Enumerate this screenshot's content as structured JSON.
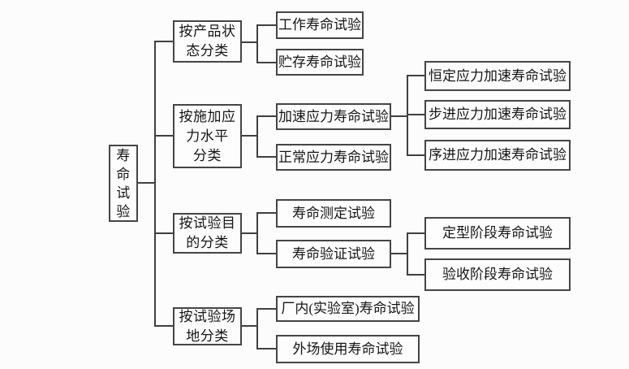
{
  "diagram": {
    "title_semantic": "life-test-classification-tree",
    "root": "寿\n命\n试\n验",
    "branches": [
      {
        "category": "按产品状\n态分类",
        "children": [
          {
            "label": "工作寿命试验"
          },
          {
            "label": "贮存寿命试验"
          }
        ]
      },
      {
        "category": "按施加应\n力水平\n分类",
        "children": [
          {
            "label": "加速应力寿命试验",
            "children": [
              {
                "label": "恒定应力加速寿命试验"
              },
              {
                "label": "步进应力加速寿命试验"
              },
              {
                "label": "序进应力加速寿命试验"
              }
            ]
          },
          {
            "label": "正常应力寿命试验"
          }
        ]
      },
      {
        "category": "按试验目\n的分类",
        "children": [
          {
            "label": "寿命测定试验"
          },
          {
            "label": "寿命验证试验",
            "children": [
              {
                "label": "定型阶段寿命试验"
              },
              {
                "label": "验收阶段寿命试验"
              }
            ]
          }
        ]
      },
      {
        "category": "按试验场\n地分类",
        "children": [
          {
            "label": "厂内(实验室)寿命试验"
          },
          {
            "label": "外场使用寿命试验"
          }
        ]
      }
    ],
    "colors": {
      "line": "#404040",
      "border": "#454545",
      "text": "#151515",
      "background": "#fcfcfc"
    }
  }
}
